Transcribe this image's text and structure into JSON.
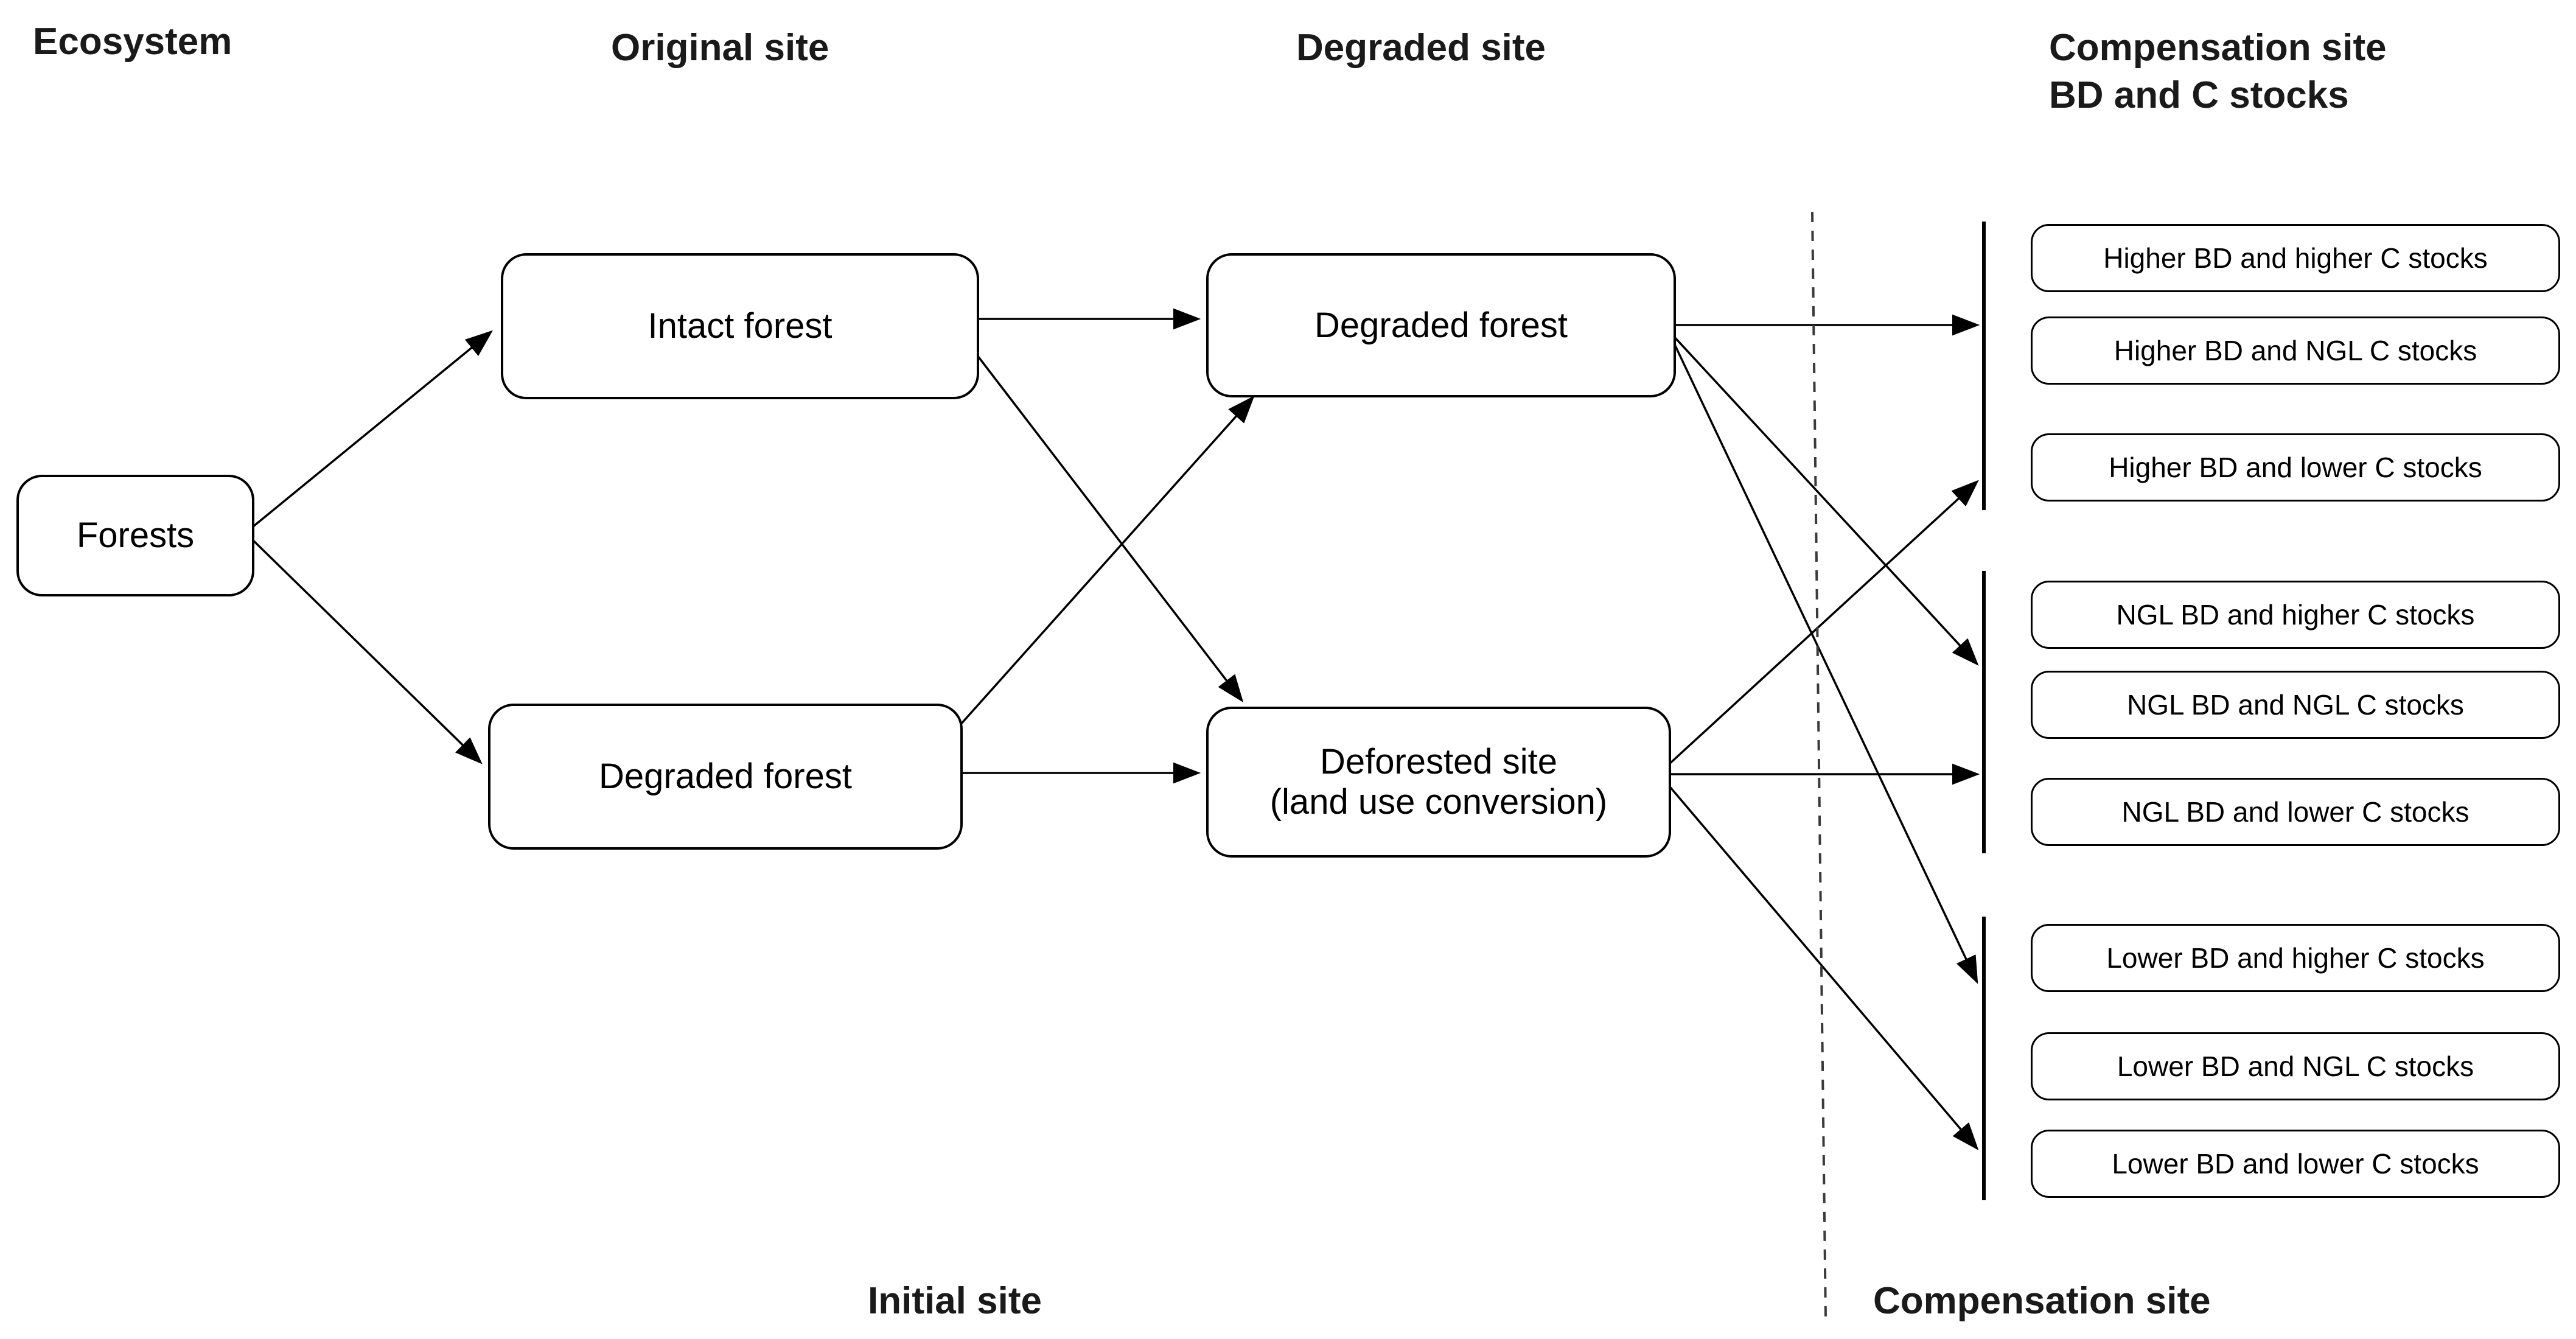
{
  "headers": {
    "ecosystem": "Ecosystem",
    "original_site": "Original site",
    "degraded_site": "Degraded site",
    "compensation_site_line1": "Compensation site",
    "compensation_site_line2": "BD and C stocks"
  },
  "nodes": {
    "forests": "Forests",
    "intact_forest": "Intact forest",
    "degraded_forest_original": "Degraded forest",
    "degraded_forest_degraded": "Degraded forest",
    "deforested_site_line1": "Deforested site",
    "deforested_site_line2": "(land use conversion)"
  },
  "outcomes": [
    "Higher BD and higher C stocks",
    "Higher BD and NGL C stocks",
    "Higher BD and lower C stocks",
    "NGL BD and higher C stocks",
    "NGL BD and NGL C stocks",
    "NGL BD and lower C stocks",
    "Lower BD and higher C stocks",
    "Lower BD and NGL C stocks",
    "Lower BD and lower C stocks"
  ],
  "footers": {
    "initial_site": "Initial site",
    "compensation_site": "Compensation site"
  },
  "colors": {
    "line": "#000000",
    "text": "#1a1a1a",
    "background": "#ffffff"
  }
}
